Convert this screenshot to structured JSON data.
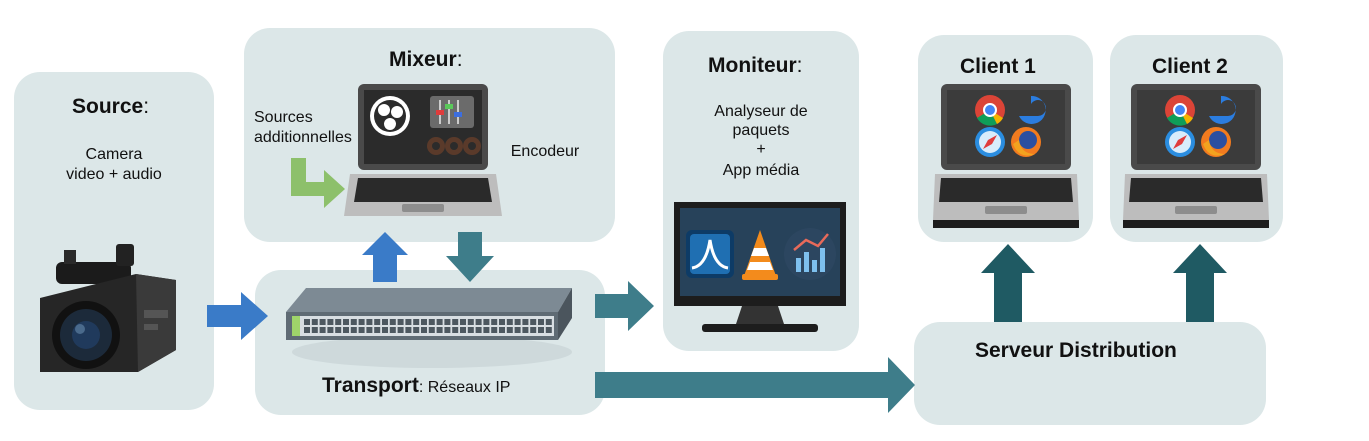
{
  "source": {
    "title": "Source",
    "colon": ":",
    "line1": "Camera",
    "line2": "video + audio"
  },
  "mixer": {
    "title": "Mixeur",
    "colon": ":",
    "side_label_1": "Sources",
    "side_label_2": "additionnelles",
    "encoder_label": "Encodeur"
  },
  "monitor": {
    "title": "Moniteur",
    "colon": ":",
    "line1": "Analyseur de",
    "line2": "paquets",
    "line3": "+",
    "line4": "App média"
  },
  "clients": [
    {
      "title": "Client 1"
    },
    {
      "title": "Client 2"
    }
  ],
  "distribution": {
    "title": "Serveur Distribution"
  },
  "transport": {
    "title": "Transport",
    "subtitle": ": Réseaux IP"
  },
  "colors": {
    "box_bg": "#dce7e8",
    "arrow_blue": "#3a7bc8",
    "arrow_teal": "#3e7d8a",
    "arrow_dark_teal": "#1f5a63",
    "arrow_green": "#8dc06b"
  },
  "icons": [
    "video-camera-icon",
    "network-switch-icon",
    "laptop-icon",
    "monitor-icon",
    "obs-logo-icon",
    "wireshark-icon",
    "vlc-icon",
    "chrome-icon",
    "edge-icon",
    "safari-icon",
    "firefox-icon"
  ]
}
